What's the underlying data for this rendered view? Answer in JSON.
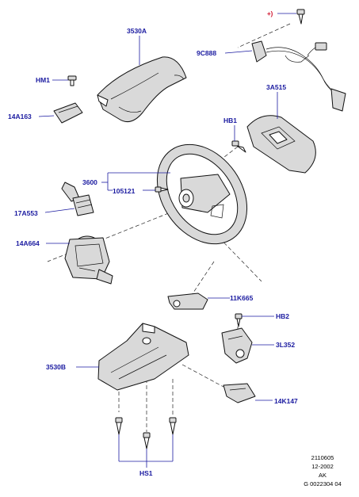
{
  "colors": {
    "label": "#1a1aa0",
    "note": "#d0102a",
    "ink": "#111111",
    "shade": "#d9d9d9"
  },
  "labels": {
    "note": "+)",
    "p3530A": "3530A",
    "p9C888": "9C888",
    "pHM1": "HM1",
    "p3A515": "3A515",
    "p14A163": "14A163",
    "pHB1": "HB1",
    "p3600": "3600",
    "p105121": "105121",
    "p17A553": "17A553",
    "p14A664": "14A664",
    "p11K665": "11K665",
    "pHB2": "HB2",
    "p3L352": "3L352",
    "p3530B": "3530B",
    "p14K147": "14K147",
    "pHS1": "HS1"
  },
  "meta": {
    "line1": "2110605",
    "line2": "12-2002",
    "line3": "AK",
    "line4": "G 0022304 04"
  }
}
